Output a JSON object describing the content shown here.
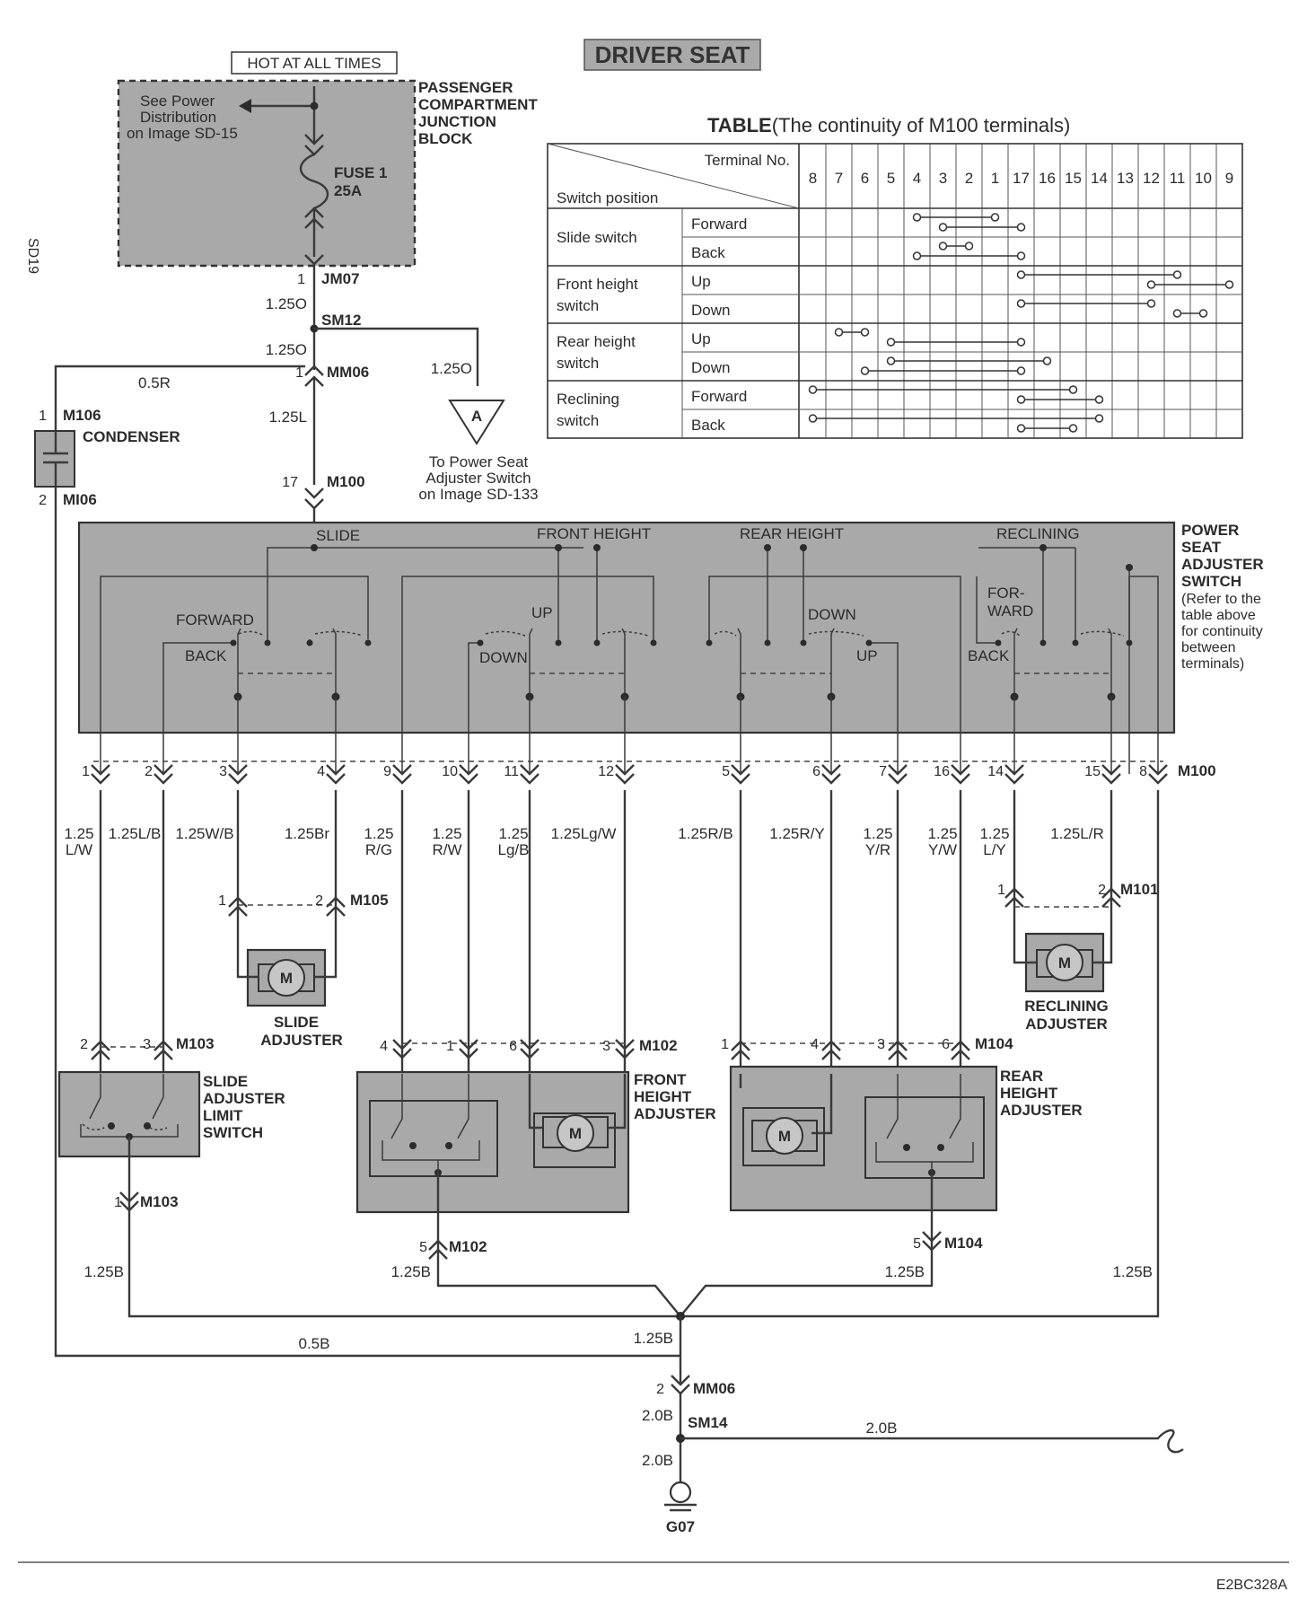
{
  "title": "DRIVER SEAT",
  "hot_label": "HOT AT ALL TIMES",
  "jb": {
    "name_lines": [
      "PASSENGER",
      "COMPARTMENT",
      "JUNCTION",
      "BLOCK"
    ],
    "ref_lines": [
      "See Power",
      "Distribution",
      "on Image SD-15"
    ],
    "fuse_lines": [
      "FUSE 1",
      "25A"
    ]
  },
  "side_mark": "SD19",
  "footer_code": "E2BC328A",
  "connectors": {
    "jm07": {
      "name": "JM07",
      "pin": "1"
    },
    "sm12": {
      "name": "SM12"
    },
    "mm06_top": {
      "name": "MM06",
      "pin": "1"
    },
    "m100_top": {
      "name": "M100",
      "pin": "17"
    },
    "m106": {
      "name": "M106",
      "pin": "1"
    },
    "mi06": {
      "name": "MI06",
      "pin": "2"
    },
    "m100_row": {
      "name": "M100"
    },
    "m105": {
      "name": "M105",
      "pins": [
        "1",
        "2"
      ]
    },
    "m101": {
      "name": "M101",
      "pins": [
        "1",
        "2"
      ]
    },
    "m103_top": {
      "name": "M103",
      "pins": [
        "2",
        "3"
      ]
    },
    "m102_top": {
      "name": "M102",
      "pins": [
        "4",
        "1",
        "6",
        "3"
      ]
    },
    "m104_top": {
      "name": "M104",
      "pins": [
        "1",
        "4",
        "3",
        "6"
      ]
    },
    "m103_bot": {
      "name": "M103",
      "pin": "1"
    },
    "m102_bot": {
      "name": "M102",
      "pin": "5"
    },
    "m104_bot": {
      "name": "M104",
      "pin": "5"
    },
    "mm06_bot": {
      "name": "MM06",
      "pin": "2"
    },
    "sm14": {
      "name": "SM14"
    },
    "g07": {
      "name": "G07"
    }
  },
  "wires": {
    "w_jm07_sm12": "1.25O",
    "w_sm12_mm06": "1.25O",
    "w_to_a": "1.25O",
    "w_mm06_m100": "1.25L",
    "w_m106": "0.5R",
    "w_gnd_left": "0.5B",
    "w_gnd_m103": "1.25B",
    "w_gnd_m102": "1.25B",
    "w_gnd_m104": "1.25B",
    "w_gnd_m100": "1.25B",
    "w_gnd_junction": "1.25B",
    "w_mm06_sm14": "2.0B",
    "w_sm14_g07": "2.0B",
    "w_sm14_right": "2.0B"
  },
  "condenser": "CONDENSER",
  "offpage": {
    "letter": "A",
    "lines": [
      "To Power Seat",
      "Adjuster Switch",
      "on Image SD-133"
    ]
  },
  "pss": {
    "name_lines": [
      "POWER",
      "SEAT",
      "ADJUSTER",
      "SWITCH"
    ],
    "note_lines": [
      "(Refer to the",
      "table above",
      "for continuity",
      "between",
      "terminals)"
    ],
    "sections": {
      "slide": "SLIDE",
      "front": "FRONT HEIGHT",
      "rear": "REAR HEIGHT",
      "recl": "RECLINING"
    },
    "positions": {
      "forward": "FORWARD",
      "back": "BACK",
      "up": "UP",
      "down": "DOWN",
      "down2": "DOWN",
      "up2": "UP",
      "for_line1": "FOR-",
      "for_line2": "WARD",
      "back2": "BACK"
    }
  },
  "m100_pins": [
    {
      "pin": "1",
      "wire_lines": [
        "1.25",
        "L/W"
      ]
    },
    {
      "pin": "2",
      "wire_lines": [
        "1.25L/B"
      ]
    },
    {
      "pin": "3",
      "wire_lines": [
        "1.25W/B"
      ]
    },
    {
      "pin": "4",
      "wire_lines": [
        "1.25Br"
      ]
    },
    {
      "pin": "9",
      "wire_lines": [
        "1.25",
        "R/G"
      ]
    },
    {
      "pin": "10",
      "wire_lines": [
        "1.25",
        "R/W"
      ]
    },
    {
      "pin": "11",
      "wire_lines": [
        "1.25",
        "Lg/B"
      ]
    },
    {
      "pin": "12",
      "wire_lines": [
        "1.25Lg/W"
      ]
    },
    {
      "pin": "5",
      "wire_lines": [
        "1.25R/B"
      ]
    },
    {
      "pin": "6",
      "wire_lines": [
        "1.25R/Y"
      ]
    },
    {
      "pin": "7",
      "wire_lines": [
        "1.25",
        "Y/R"
      ]
    },
    {
      "pin": "16",
      "wire_lines": [
        "1.25",
        "Y/W"
      ]
    },
    {
      "pin": "14",
      "wire_lines": [
        "1.25",
        "L/Y"
      ]
    },
    {
      "pin": "15",
      "wire_lines": [
        "1.25L/R"
      ]
    },
    {
      "pin": "8",
      "wire_lines": []
    }
  ],
  "components": {
    "slide_adj": [
      "SLIDE",
      "ADJUSTER"
    ],
    "recl_adj": [
      "RECLINING",
      "ADJUSTER"
    ],
    "slide_limit": [
      "SLIDE",
      "ADJUSTER",
      "LIMIT",
      "SWITCH"
    ],
    "front_adj": [
      "FRONT",
      "HEIGHT",
      "ADJUSTER"
    ],
    "rear_adj": [
      "REAR",
      "HEIGHT",
      "ADJUSTER"
    ],
    "motor": "M"
  },
  "table": {
    "title_bold": "TABLE",
    "title_rest": "(The continuity of M100 terminals)",
    "header_terminal": "Terminal No.",
    "header_switch": "Switch position",
    "terminals": [
      "8",
      "7",
      "6",
      "5",
      "4",
      "3",
      "2",
      "1",
      "17",
      "16",
      "15",
      "14",
      "13",
      "12",
      "11",
      "10",
      "9"
    ],
    "groups": [
      {
        "name_lines": [
          "Slide switch"
        ],
        "rows": [
          {
            "label": "Forward",
            "links": [
              [
                "4",
                "1"
              ],
              [
                "3",
                "17"
              ]
            ]
          },
          {
            "label": "Back",
            "links": [
              [
                "3",
                "2"
              ],
              [
                "4",
                "17"
              ]
            ]
          }
        ]
      },
      {
        "name_lines": [
          "Front height",
          "switch"
        ],
        "rows": [
          {
            "label": "Up",
            "links": [
              [
                "17",
                "11"
              ],
              [
                "12",
                "9"
              ]
            ]
          },
          {
            "label": "Down",
            "links": [
              [
                "17",
                "12"
              ],
              [
                "11",
                "10"
              ]
            ]
          }
        ]
      },
      {
        "name_lines": [
          "Rear height",
          "switch"
        ],
        "rows": [
          {
            "label": "Up",
            "links": [
              [
                "7",
                "6"
              ],
              [
                "5",
                "17"
              ]
            ]
          },
          {
            "label": "Down",
            "links": [
              [
                "5",
                "16"
              ],
              [
                "6",
                "17"
              ]
            ]
          }
        ]
      },
      {
        "name_lines": [
          "Reclining",
          "switch"
        ],
        "rows": [
          {
            "label": "Forward",
            "links": [
              [
                "8",
                "15"
              ],
              [
                "17",
                "14"
              ]
            ]
          },
          {
            "label": "Back",
            "links": [
              [
                "8",
                "14"
              ],
              [
                "17",
                "15"
              ]
            ]
          }
        ]
      }
    ]
  }
}
